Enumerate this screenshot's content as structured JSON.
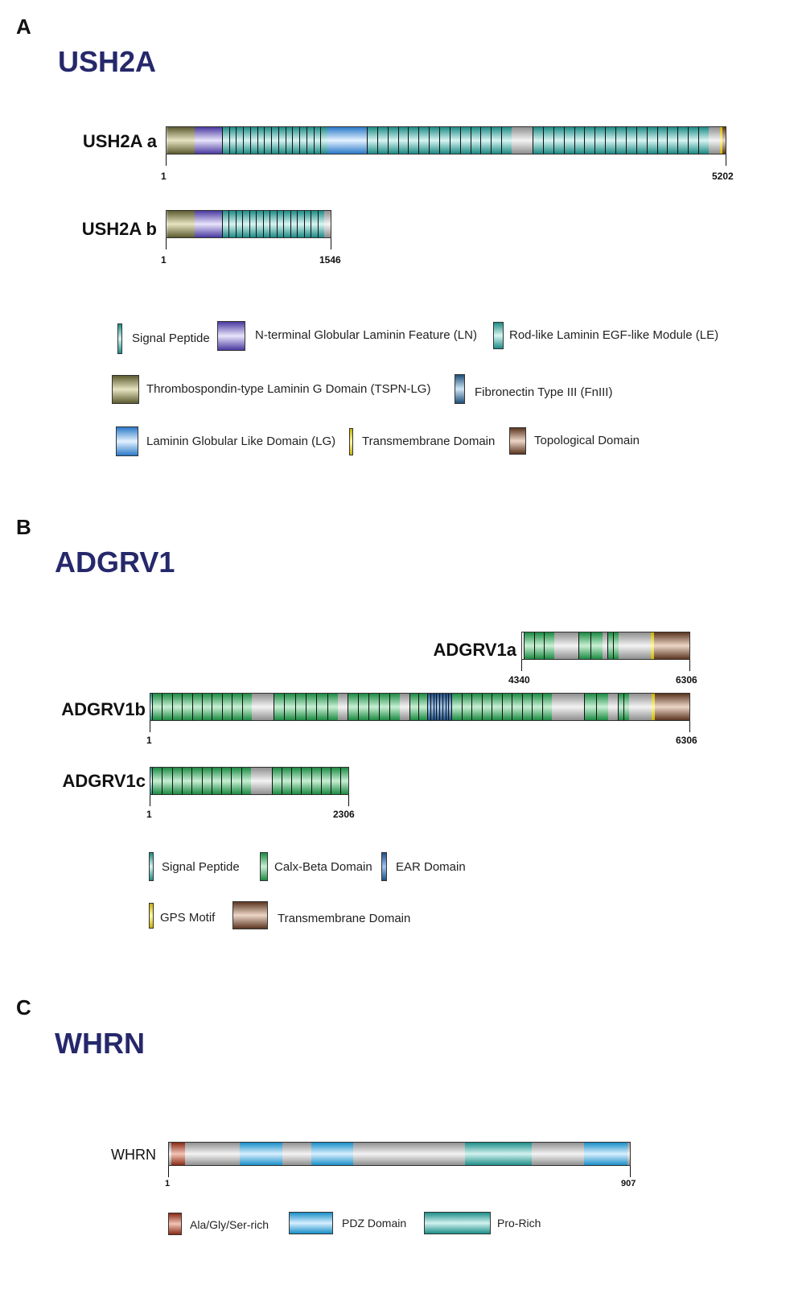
{
  "panels": {
    "a": {
      "letter": "A",
      "title": "USH2A",
      "isoforms": [
        {
          "label": "USH2A a",
          "start": "1",
          "end": "5202"
        },
        {
          "label": "USH2A b",
          "start": "1",
          "end": "1546"
        }
      ],
      "legend": [
        {
          "label": "Signal Peptide",
          "color": "teal"
        },
        {
          "label": "N-terminal Globular Laminin Feature (LN)",
          "color": "purple"
        },
        {
          "label": "Rod-like Laminin EGF-like Module (LE)",
          "color": "teal"
        },
        {
          "label": "Thrombospondin-type Laminin G Domain (TSPN-LG)",
          "color": "olive"
        },
        {
          "label": "Fibronectin Type III (FnIII)",
          "color": "fn"
        },
        {
          "label": "Laminin Globular Like Domain (LG)",
          "color": "blue"
        },
        {
          "label": "Transmembrane Domain",
          "color": "yellow"
        },
        {
          "label": "Topological Domain",
          "color": "brown"
        }
      ]
    },
    "b": {
      "letter": "B",
      "title": "ADGRV1",
      "isoforms": [
        {
          "label": "ADGRV1a",
          "start": "4340",
          "end": "6306"
        },
        {
          "label": "ADGRV1b",
          "start": "1",
          "end": "6306"
        },
        {
          "label": "ADGRV1c",
          "start": "1",
          "end": "2306"
        }
      ],
      "legend": [
        {
          "label": "Signal Peptide",
          "color": "teal"
        },
        {
          "label": "Calx-Beta Domain",
          "color": "green"
        },
        {
          "label": "EAR Domain",
          "color": "ear"
        },
        {
          "label": "GPS Motif",
          "color": "yellow"
        },
        {
          "label": "Transmembrane Domain",
          "color": "brown"
        }
      ]
    },
    "c": {
      "letter": "C",
      "title": "WHRN",
      "isoforms": [
        {
          "label": "WHRN",
          "start": "1",
          "end": "907"
        }
      ],
      "legend": [
        {
          "label": "Ala/Gly/Ser-rich",
          "color": "red"
        },
        {
          "label": "PDZ Domain",
          "color": "cyan"
        },
        {
          "label": "Pro-Rich",
          "color": "proteal"
        }
      ]
    }
  }
}
